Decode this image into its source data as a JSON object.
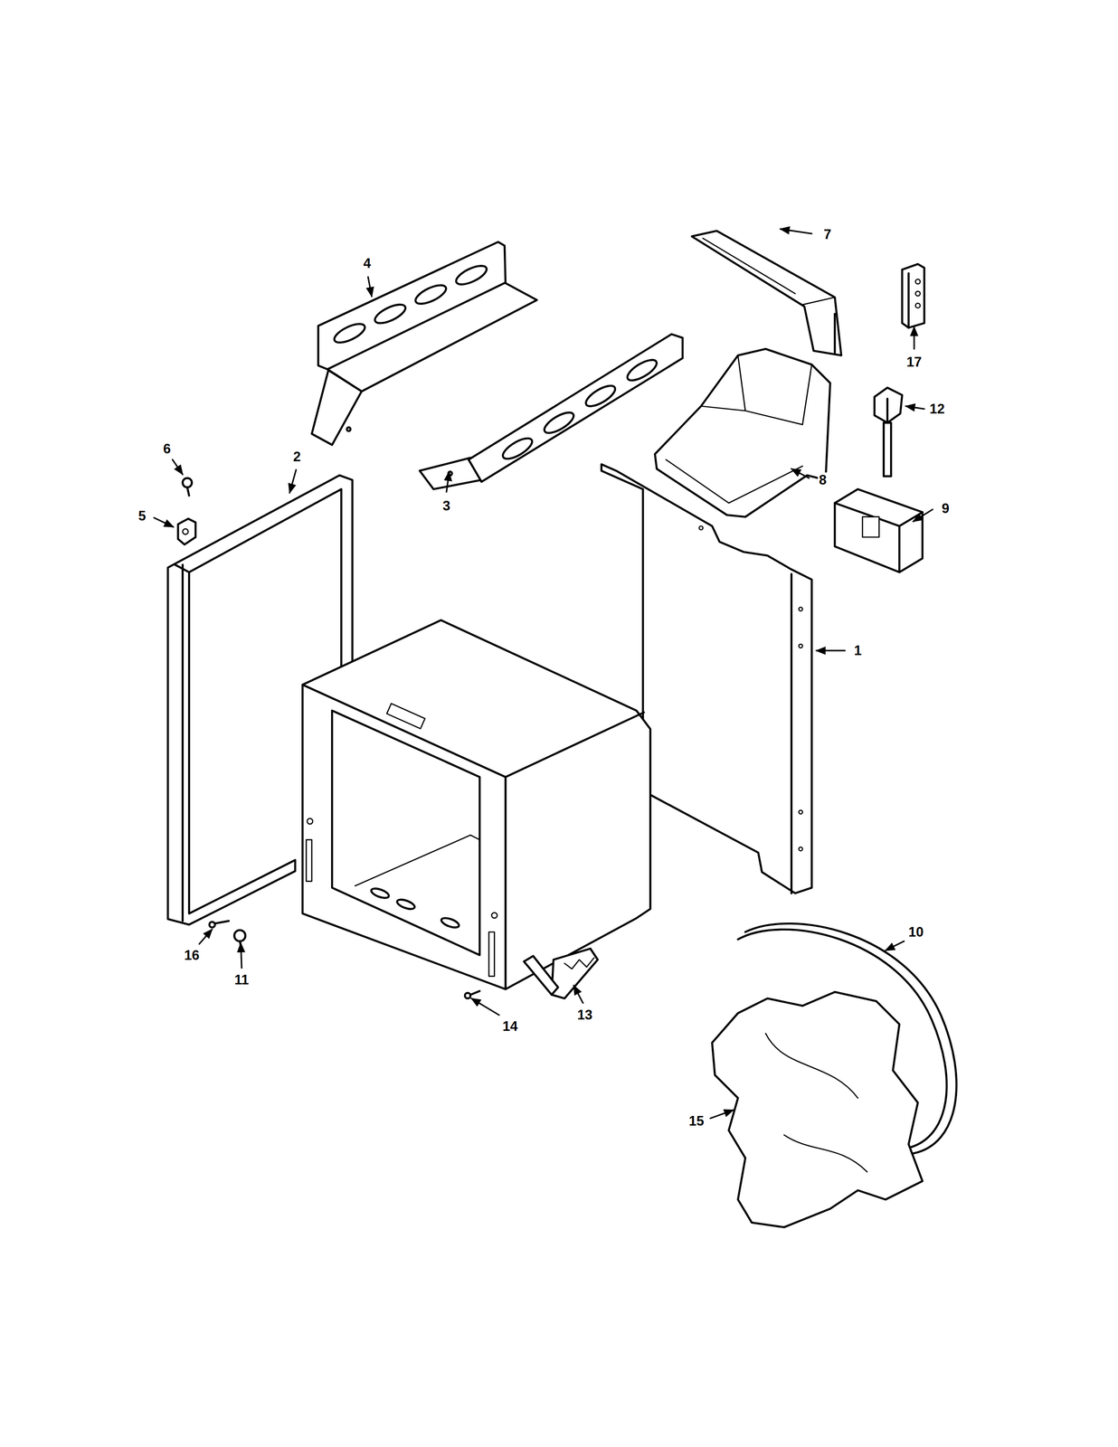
{
  "diagram": {
    "labels": [
      "4",
      "7",
      "17",
      "12",
      "6",
      "2",
      "3",
      "8",
      "5",
      "9",
      "1",
      "10",
      "16",
      "11",
      "14",
      "13",
      "15"
    ]
  }
}
